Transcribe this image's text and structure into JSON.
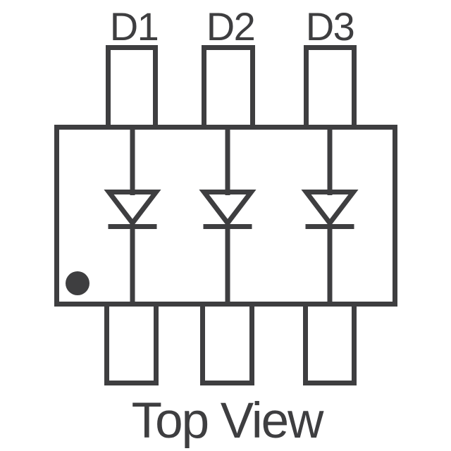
{
  "diagram": {
    "caption": "Top View",
    "diodes": [
      {
        "label": "D1"
      },
      {
        "label": "D2"
      },
      {
        "label": "D3"
      }
    ],
    "markers": {
      "pin1_indicator": "filled-dot"
    },
    "colors": {
      "ink": "#3E3E40",
      "background": "#FFFFFF"
    }
  }
}
